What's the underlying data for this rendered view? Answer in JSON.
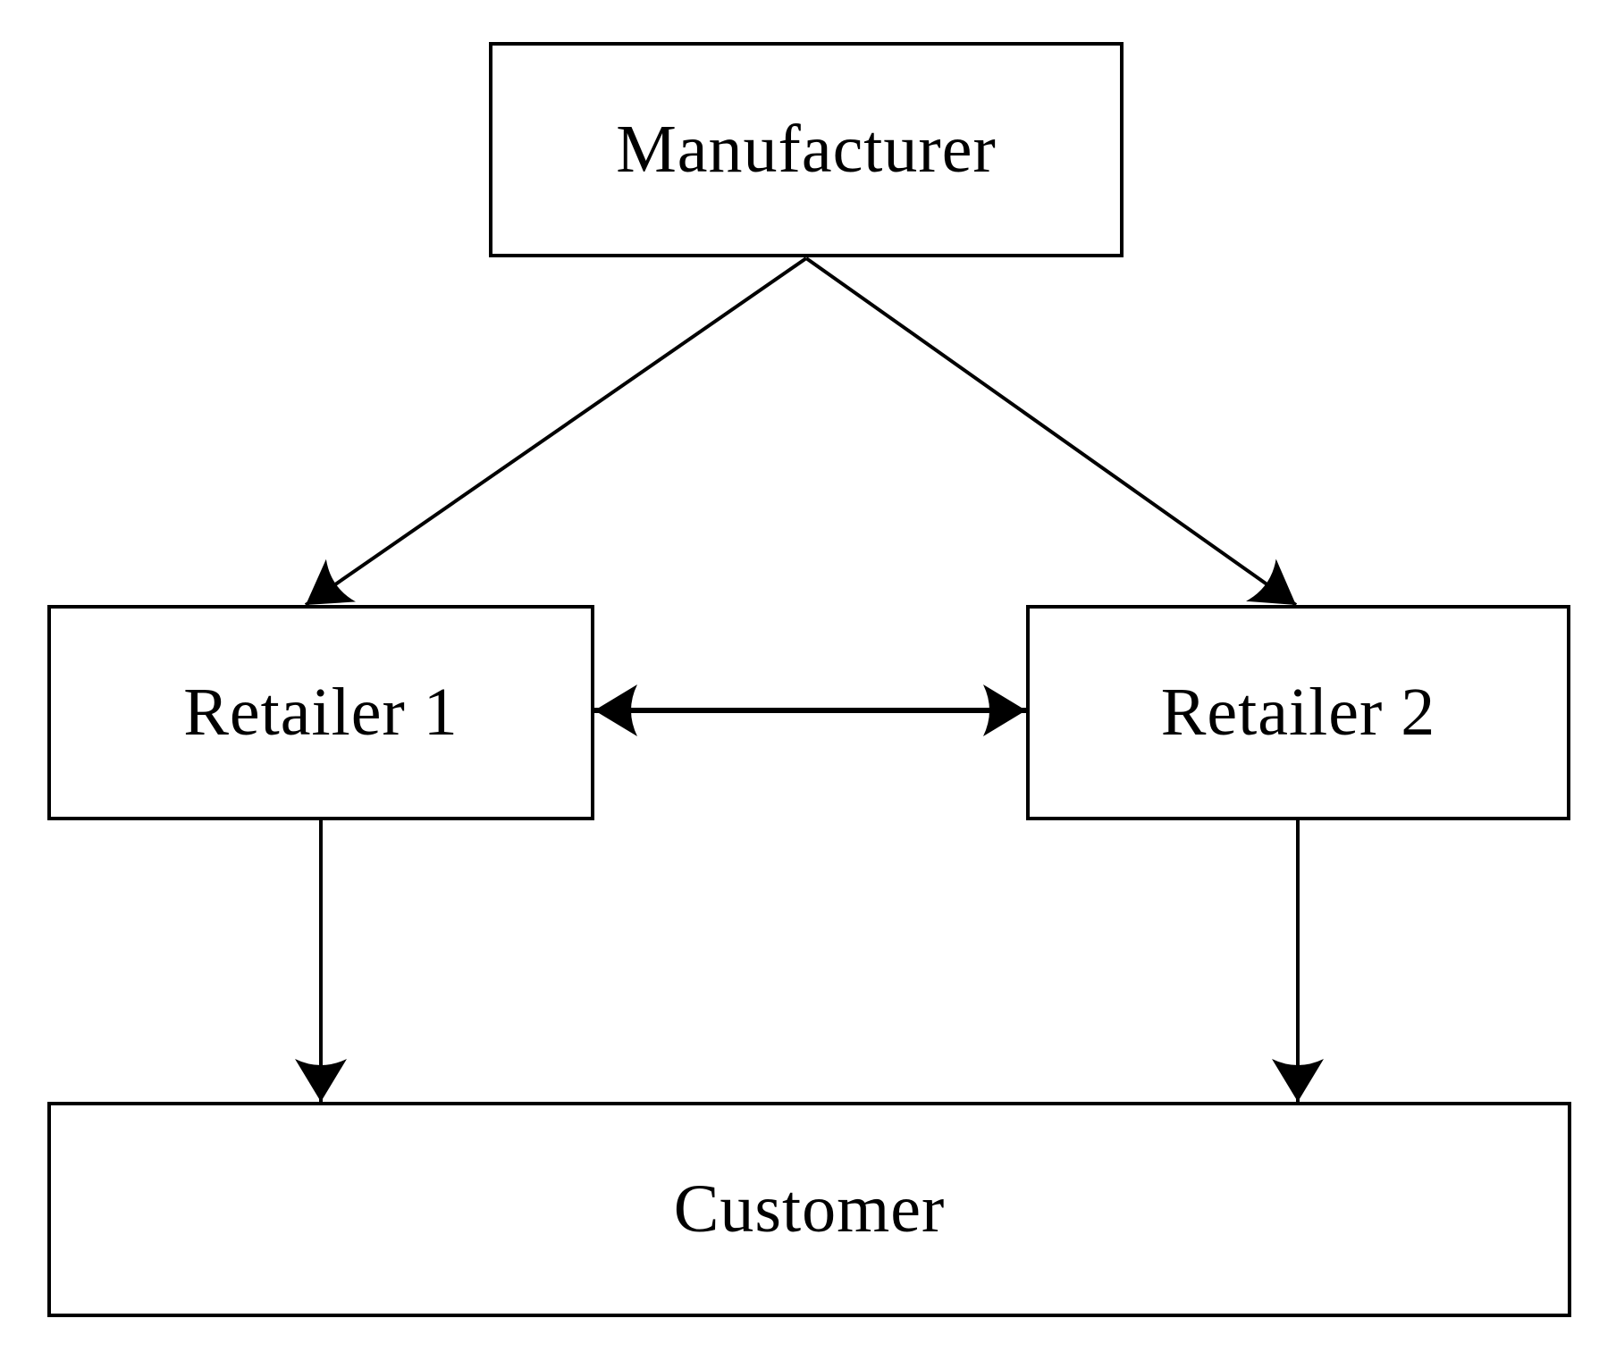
{
  "diagram": {
    "background_color": "#ffffff",
    "line_color": "#000000",
    "text_color": "#000000",
    "nodes": [
      {
        "id": "manufacturer",
        "label": "Manufacturer"
      },
      {
        "id": "retailer1",
        "label": "Retailer 1"
      },
      {
        "id": "retailer2",
        "label": "Retailer 2"
      },
      {
        "id": "customer",
        "label": "Customer"
      }
    ],
    "edges": [
      {
        "from": "manufacturer",
        "to": "retailer1",
        "type": "arrow"
      },
      {
        "from": "manufacturer",
        "to": "retailer2",
        "type": "arrow"
      },
      {
        "from": "retailer1",
        "to": "retailer2",
        "type": "double-arrow"
      },
      {
        "from": "retailer1",
        "to": "customer",
        "type": "arrow"
      },
      {
        "from": "retailer2",
        "to": "customer",
        "type": "arrow"
      }
    ]
  }
}
